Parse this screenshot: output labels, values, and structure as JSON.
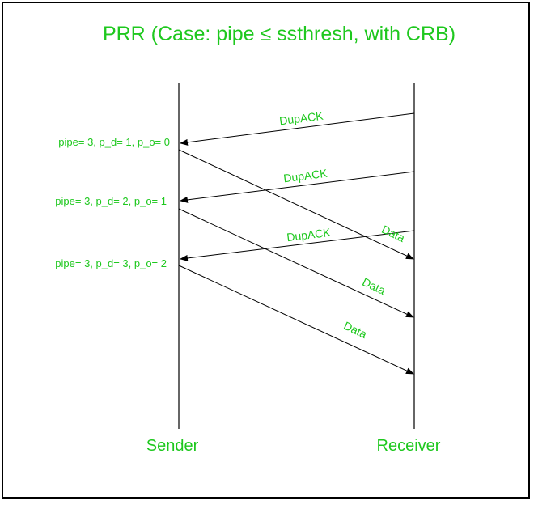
{
  "title": "PRR (Case: pipe ≤ ssthresh, with CRB)",
  "colors": {
    "text": "#1ec81e",
    "lines": "#000000"
  },
  "actors": {
    "sender": "Sender",
    "receiver": "Receiver"
  },
  "states": [
    "pipe= 3, p_d= 1, p_o= 0",
    "pipe= 3, p_d= 2, p_o= 1",
    "pipe= 3, p_d= 3, p_o= 2"
  ],
  "messages": [
    {
      "label": "DupACK",
      "from": "receiver",
      "to": "sender"
    },
    {
      "label": "DupACK",
      "from": "receiver",
      "to": "sender"
    },
    {
      "label": "DupACK",
      "from": "receiver",
      "to": "sender"
    },
    {
      "label": "Data",
      "from": "sender",
      "to": "receiver"
    },
    {
      "label": "Data",
      "from": "sender",
      "to": "receiver"
    },
    {
      "label": "Data",
      "from": "sender",
      "to": "receiver"
    }
  ]
}
